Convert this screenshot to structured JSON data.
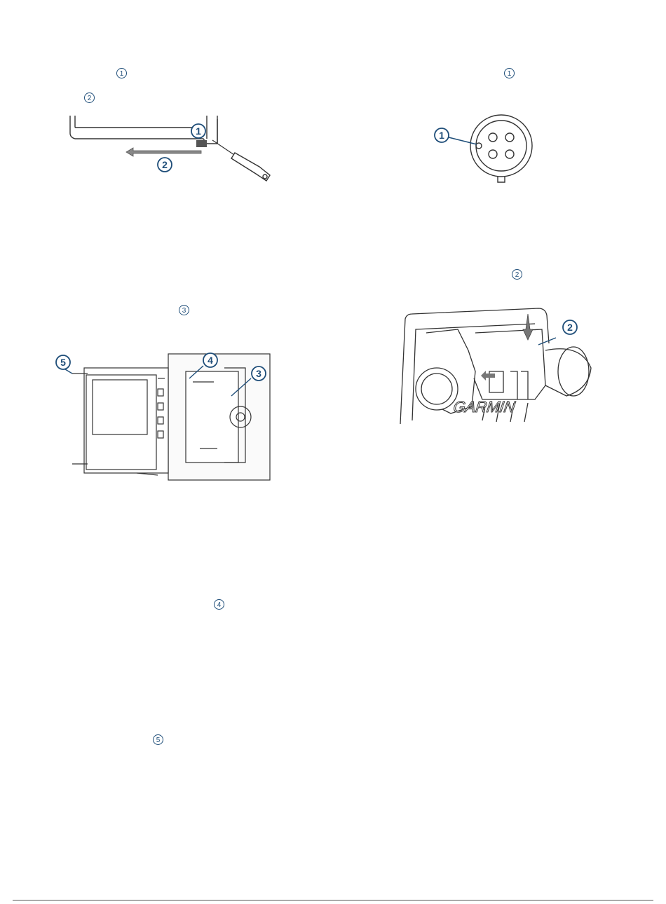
{
  "text_callouts": {
    "c_left_1": "1",
    "c_left_2": "2",
    "c_left_3": "3",
    "c_left_4": "4",
    "c_left_5": "5",
    "c_right_1": "1",
    "c_right_2": "2"
  },
  "figures": {
    "fig_tool": {
      "labels": [
        "1",
        "2"
      ]
    },
    "fig_connector": {
      "labels": [
        "1"
      ]
    },
    "fig_mount": {
      "labels": [
        "5",
        "4",
        "3"
      ]
    },
    "fig_back": {
      "labels": [
        "2"
      ],
      "brand": "GARMIN"
    }
  },
  "colors": {
    "callout": "#1f4e79",
    "line": "#333333"
  }
}
